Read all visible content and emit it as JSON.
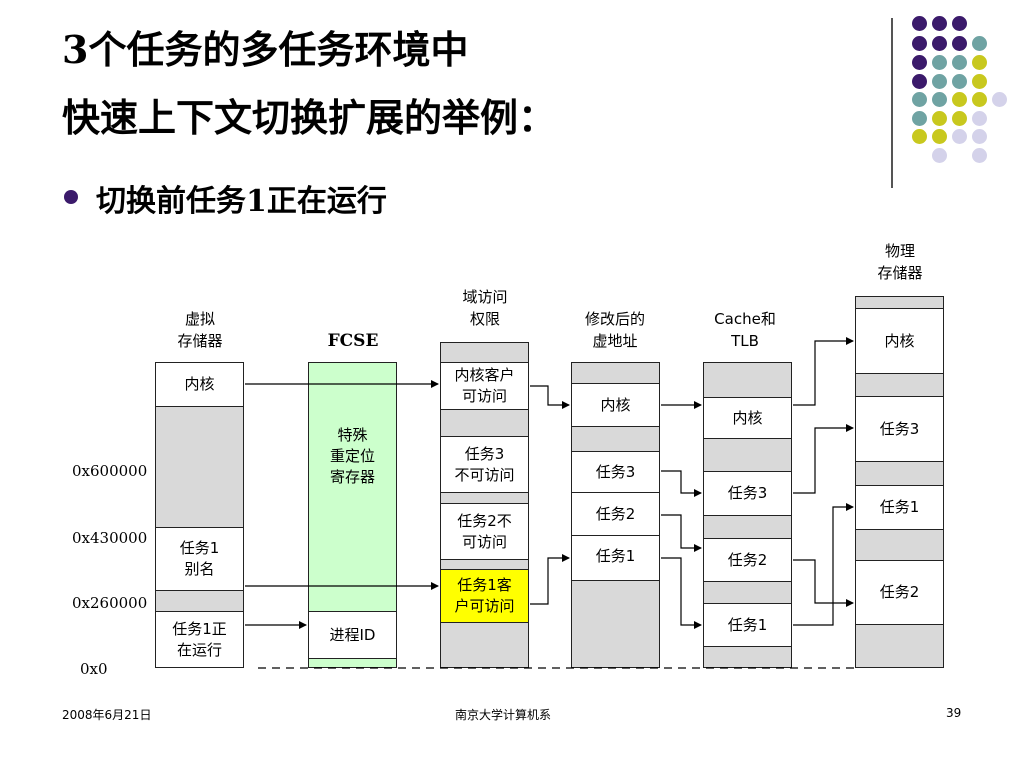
{
  "title_line1": "3个任务的多任务环境中",
  "title_line2": "快速上下文切换扩展的举例：",
  "bullet": "切换前任务1正在运行",
  "columns": {
    "virtual": "虚拟\n存储器",
    "fcse": "FCSE",
    "domain": "域访问\n权限",
    "modified": "修改后的\n虚地址",
    "cache": "Cache和\nTLB",
    "physical": "物理\n存储器"
  },
  "virtual_boxes": {
    "kernel": "内核",
    "alias": "任务1\n别名",
    "running": "任务1正\n在运行"
  },
  "fcse_boxes": {
    "register": "特殊\n重定位\n寄存器",
    "pid": "进程ID"
  },
  "domain_boxes": {
    "kernel": "内核客户\n可访问",
    "task3": "任务3\n不可访问",
    "task2": "任务2不\n可访问",
    "task1": "任务1客\n户可访问"
  },
  "modified_boxes": {
    "kernel": "内核",
    "task3": "任务3",
    "task2": "任务2",
    "task1": "任务1"
  },
  "cache_boxes": {
    "kernel": "内核",
    "task3": "任务3",
    "task2": "任务2",
    "task1": "任务1"
  },
  "physical_boxes": {
    "kernel": "内核",
    "task3": "任务3",
    "task1": "任务1",
    "task2": "任务2"
  },
  "addresses": {
    "a600000": "0x600000",
    "a430000": "0x430000",
    "a260000": "0x260000",
    "a0": "0x0"
  },
  "footer": {
    "date": "2008年6月21日",
    "org": "南京大学计算机系",
    "page": "39"
  },
  "colors": {
    "purple": "#3b1a6b",
    "teal": "#6fa3a3",
    "lime": "#c8c81e",
    "lavender": "#d4d2ea",
    "highlight": "#ffff00",
    "register_green": "#ccffcc",
    "block_gray": "#d9d9d9"
  }
}
